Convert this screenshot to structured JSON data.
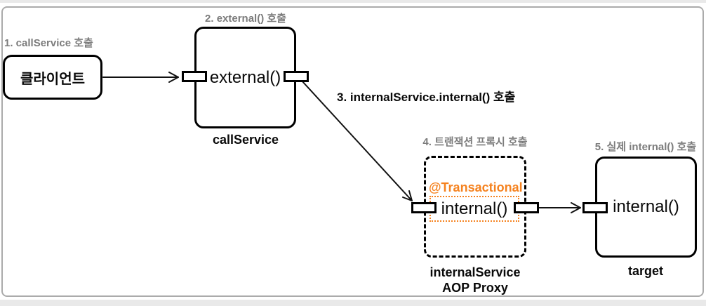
{
  "colors": {
    "orange": "#f5821f",
    "gray_label": "#7c7c7c",
    "line_black": "#111111"
  },
  "labels": {
    "step1": "1. callService 호출",
    "step2": "2. external() 호출",
    "step3": "3. internalService.internal() 호출",
    "step4": "4. 트랜잭션 프록시 호출",
    "step5": "5. 실제 internal() 호출"
  },
  "nodes": {
    "client": {
      "label": "클라이언트"
    },
    "callService": {
      "method": "external()",
      "caption": "callService"
    },
    "internalService": {
      "annotation": "@Transactional",
      "method": "internal()",
      "caption_line1": "internalService",
      "caption_line2": "AOP Proxy"
    },
    "target": {
      "method": "internal()",
      "caption": "target"
    }
  }
}
